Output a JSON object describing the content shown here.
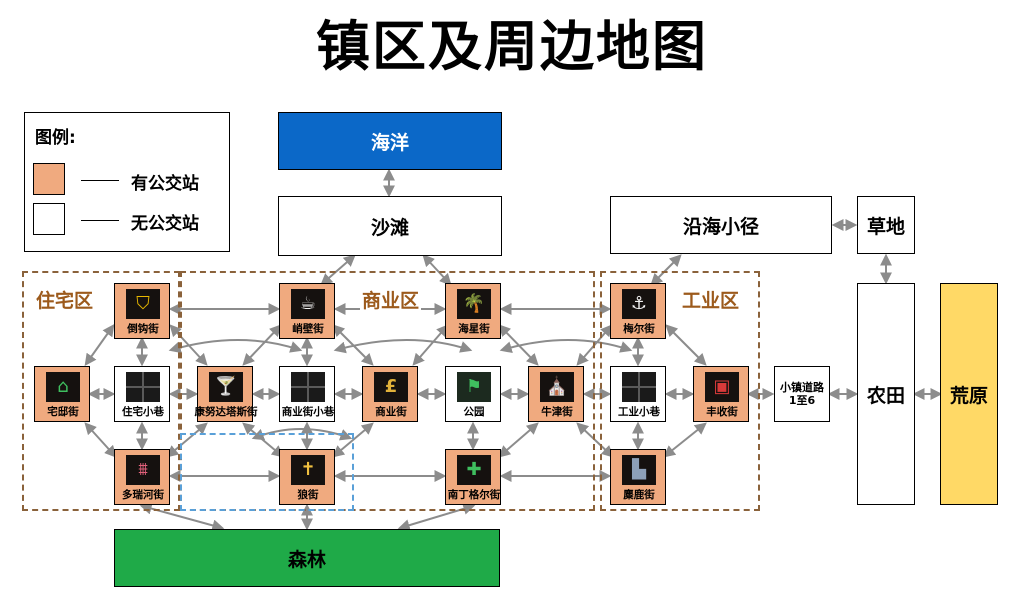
{
  "title": "镇区及周边地图",
  "legend": {
    "title": "图例:",
    "bus_label": "有公交站",
    "nobus_label": "无公交站",
    "bus_color": "#f0aa7f",
    "nobus_color": "#ffffff"
  },
  "zones": {
    "residential": "住宅区",
    "commercial": "商业区",
    "industrial": "工业区"
  },
  "areas": {
    "ocean": "海洋",
    "beach": "沙滩",
    "coast_path": "沿海小径",
    "meadow": "草地",
    "farm": "农田",
    "wasteland": "荒原",
    "forest": "森林",
    "town_road_line1": "小镇道路",
    "town_road_line2": "1至6"
  },
  "colors": {
    "ocean": "#0b68c8",
    "forest": "#1faa48",
    "wasteland": "#ffd966",
    "zone_border": "#8a623b",
    "zone_label": "#9c5a1c",
    "edge": "#8c8c8c"
  },
  "streets": {
    "daogou": "倒钩街",
    "zhaiyou": "宅邸街",
    "zhuzhai_xiang": "住宅小巷",
    "duoruihe": "多瑞河街",
    "shaobi": "峭壁街",
    "haixing": "海星街",
    "kangnuodatasi": "康努达塔斯街",
    "shangye_xiang": "商业街小巷",
    "shangye": "商业街",
    "gongyuan": "公园",
    "niujin": "牛津街",
    "lang": "狼街",
    "nandinggeer": "南丁格尔街",
    "meier": "梅尔街",
    "gongye_xiang": "工业小巷",
    "fengshou": "丰收街",
    "milu": "麋鹿街"
  },
  "icons": {
    "daogou": "shield-icon",
    "zhaiyou": "house-icon",
    "duoruihe": "bridge-icon",
    "shaobi": "coffee-cup-icon",
    "haixing": "palm-tree-icon",
    "kangnuodatasi": "cocktail-icon",
    "shangye": "pound-sign-icon",
    "gongyuan": "flag-icon",
    "niujin": "church-icon",
    "lang": "cross-lamp-icon",
    "nandinggeer": "hospital-icon",
    "meier": "anchor-icon",
    "fengshou": "barn-icon",
    "milu": "factory-icon",
    "crossroad": "crossroad-icon"
  }
}
